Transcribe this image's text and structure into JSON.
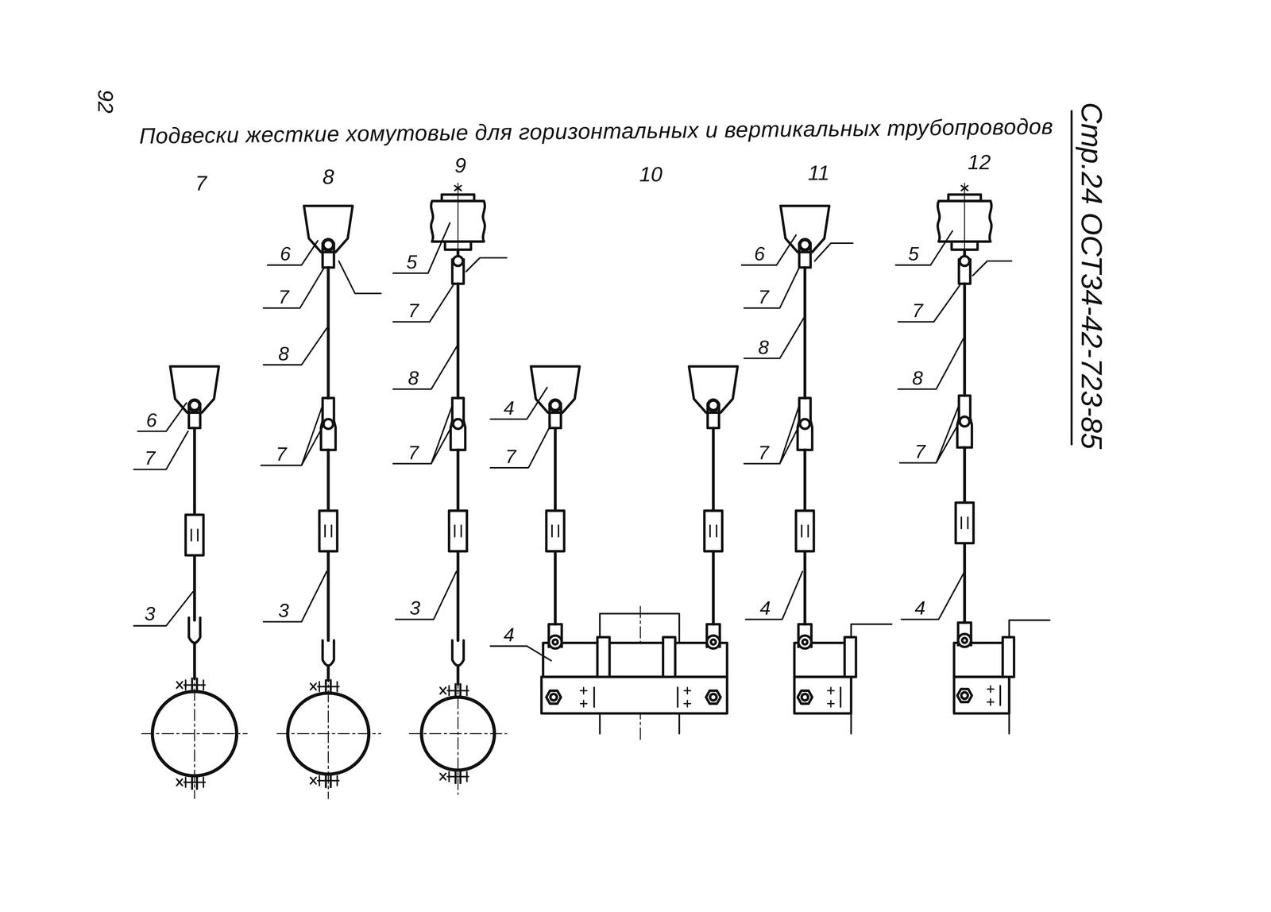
{
  "diagram": {
    "title": "Подвески жесткие хомутовые для горизонтальных и вертикальных трубопроводов",
    "labels": [
      "92",
      "Стр.24 ОСТ34-42-723-85",
      "7",
      "8",
      "9",
      "10",
      "11",
      "12",
      "6",
      "7",
      "3",
      "6",
      "7",
      "8",
      "7",
      "3",
      "5",
      "7",
      "8",
      "7",
      "3",
      "4",
      "7",
      "4",
      "6",
      "7",
      "8",
      "7",
      "4",
      "5",
      "7",
      "8",
      "7",
      "4"
    ]
  }
}
